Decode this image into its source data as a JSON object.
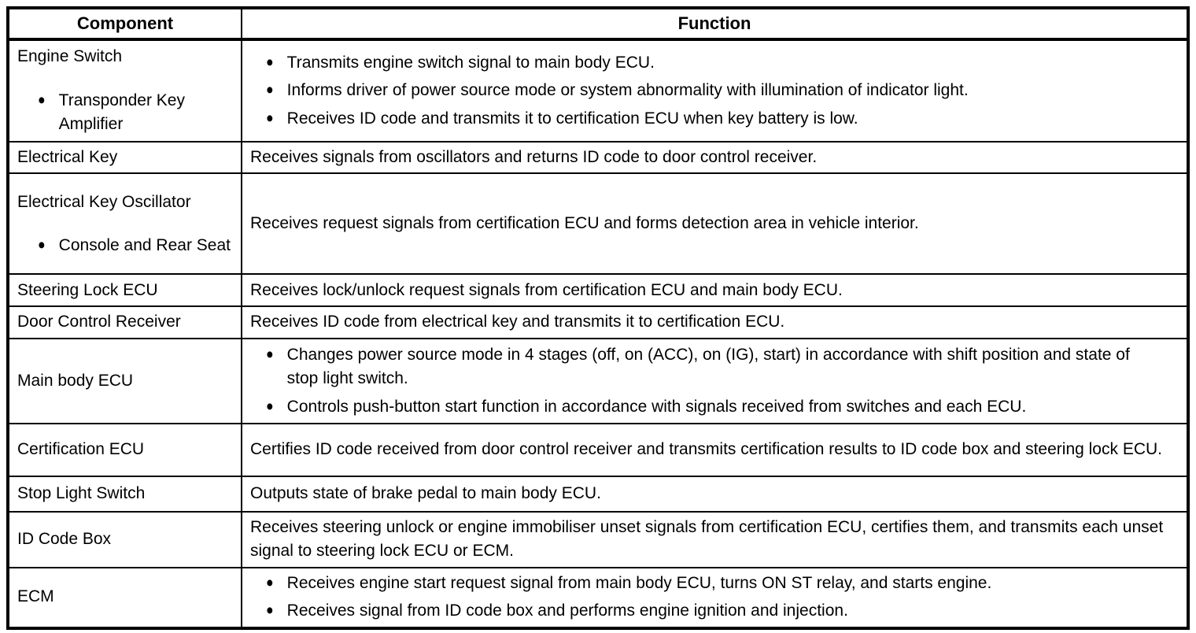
{
  "colors": {
    "background": "#ffffff",
    "border": "#000000",
    "text": "#000000"
  },
  "glyphs": {
    "bullet": "●"
  },
  "table": {
    "headers": [
      "Component",
      "Function"
    ],
    "rows": [
      {
        "component": {
          "main": "Engine Switch",
          "sub_items": [
            "Transponder Key Amplifier"
          ]
        },
        "function": {
          "bullets": [
            "Transmits engine switch signal to main body ECU.",
            "Informs driver of power source mode or system abnormality with illumination of indicator light.",
            "Receives ID code and transmits it to certification ECU when key battery is low."
          ]
        }
      },
      {
        "component": {
          "main": "Electrical Key"
        },
        "function": {
          "text": "Receives signals from oscillators and returns ID code to door control receiver."
        }
      },
      {
        "component": {
          "main": "Electrical Key Oscillator",
          "sub_items": [
            "Console and Rear Seat"
          ]
        },
        "function": {
          "text": "Receives request signals from certification ECU and forms detection area in vehicle interior."
        }
      },
      {
        "component": {
          "main": "Steering Lock ECU"
        },
        "function": {
          "text": "Receives lock/unlock request signals from certification ECU and main body ECU."
        }
      },
      {
        "component": {
          "main": "Door Control Receiver"
        },
        "function": {
          "text": "Receives ID code from electrical key and transmits it to certification ECU."
        }
      },
      {
        "component": {
          "main": "Main body ECU"
        },
        "function": {
          "bullets": [
            "Changes power source mode in 4 stages (off, on (ACC), on (IG), start) in accordance with shift position and state of stop light switch.",
            "Controls push-button start function in accordance with signals received from switches and each ECU."
          ]
        }
      },
      {
        "component": {
          "main": "Certification ECU"
        },
        "function": {
          "text": "Certifies ID code received from door control receiver and transmits certification results to ID code box and steering lock ECU."
        }
      },
      {
        "component": {
          "main": "Stop Light Switch"
        },
        "function": {
          "text": "Outputs state of brake pedal to main body ECU."
        }
      },
      {
        "component": {
          "main": "ID Code Box"
        },
        "function": {
          "text": "Receives steering unlock or engine immobiliser unset signals from certification ECU, certifies them, and transmits each unset signal to steering lock ECU or ECM."
        }
      },
      {
        "component": {
          "main": "ECM"
        },
        "function": {
          "bullets": [
            "Receives engine start request signal from main body ECU, turns ON ST relay, and starts engine.",
            "Receives signal from ID code box and performs engine ignition and injection."
          ]
        }
      }
    ]
  }
}
